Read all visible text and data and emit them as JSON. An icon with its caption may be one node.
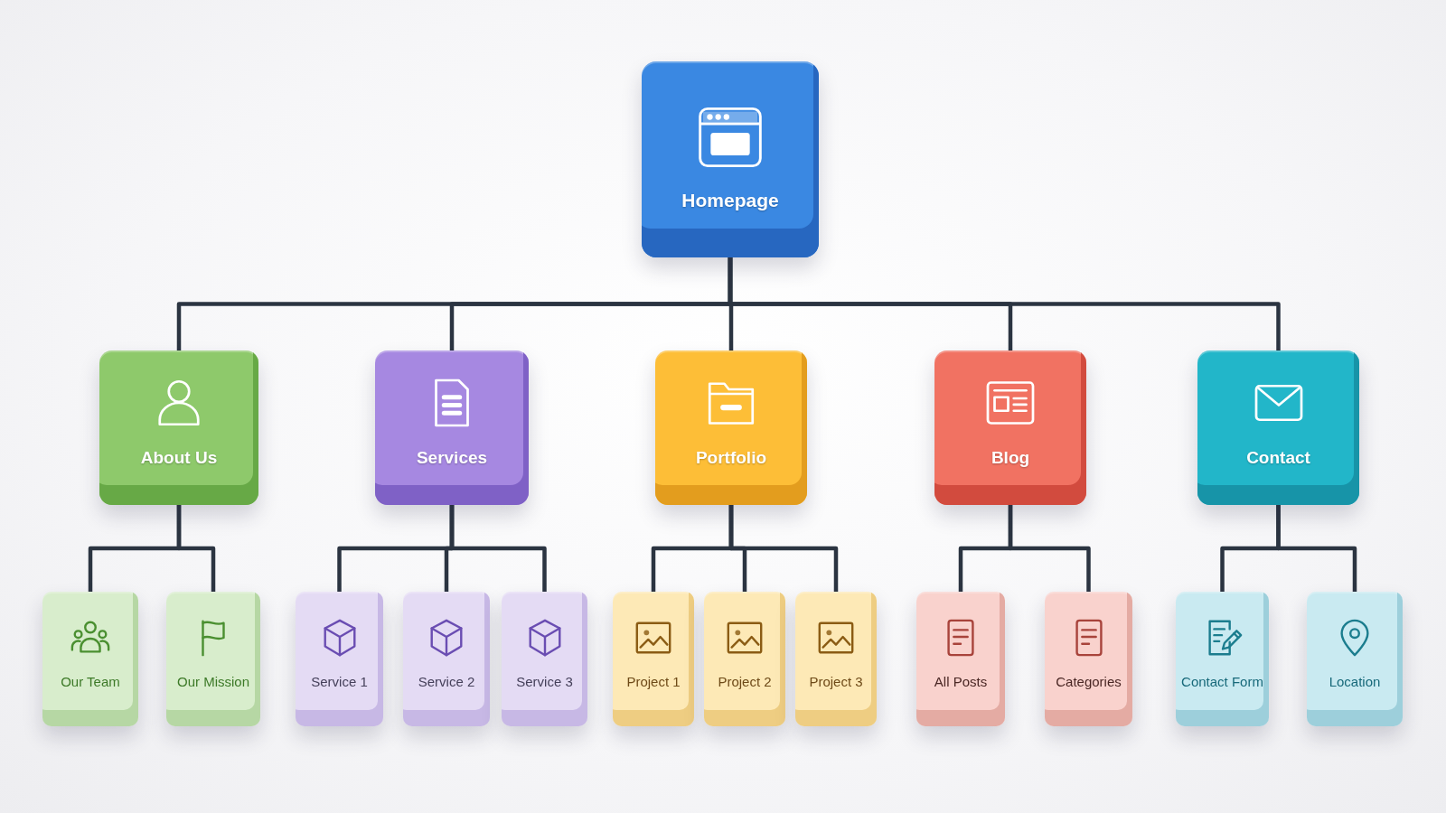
{
  "diagram": {
    "nodes": [
      {
        "text": [
          "Homepage"
        ]
      },
      {
        "text": [
          "About Us"
        ]
      },
      {
        "text": [
          "Services"
        ]
      },
      {
        "text": [
          "Portfolio"
        ]
      },
      {
        "text": [
          "Blog"
        ]
      },
      {
        "text": [
          "Contact"
        ]
      },
      {
        "text": [
          "Our Team"
        ]
      },
      {
        "text": [
          "Our Mission"
        ]
      },
      {
        "text": [
          "Service 1"
        ]
      },
      {
        "text": [
          "Service 2"
        ]
      },
      {
        "text": [
          "Service 3"
        ]
      },
      {
        "text": [
          "Project 1"
        ]
      },
      {
        "text": [
          "Project 2"
        ]
      },
      {
        "text": [
          "Project 3"
        ]
      },
      {
        "text": [
          "All Posts"
        ]
      },
      {
        "text": [
          "Categories"
        ]
      },
      {
        "text": [
          "Contact Form"
        ]
      },
      {
        "text": [
          "Location"
        ]
      }
    ],
    "edges": [
      {
        "from": 0,
        "to": 1,
        "arrow": "none"
      },
      {
        "from": 0,
        "to": 2,
        "arrow": "none"
      },
      {
        "from": 0,
        "to": 3,
        "arrow": "none"
      },
      {
        "from": 0,
        "to": 4,
        "arrow": "none"
      },
      {
        "from": 0,
        "to": 5,
        "arrow": "none"
      },
      {
        "from": 1,
        "to": 6,
        "arrow": "none"
      },
      {
        "from": 1,
        "to": 7,
        "arrow": "none"
      },
      {
        "from": 2,
        "to": 8,
        "arrow": "none"
      },
      {
        "from": 2,
        "to": 9,
        "arrow": "none"
      },
      {
        "from": 2,
        "to": 10,
        "arrow": "none"
      },
      {
        "from": 3,
        "to": 11,
        "arrow": "none"
      },
      {
        "from": 3,
        "to": 12,
        "arrow": "none"
      },
      {
        "from": 3,
        "to": 13,
        "arrow": "none"
      },
      {
        "from": 4,
        "to": 14,
        "arrow": "none"
      },
      {
        "from": 4,
        "to": 15,
        "arrow": "none"
      },
      {
        "from": 5,
        "to": 16,
        "arrow": "none"
      },
      {
        "from": 5,
        "to": 17,
        "arrow": "none"
      }
    ]
  }
}
